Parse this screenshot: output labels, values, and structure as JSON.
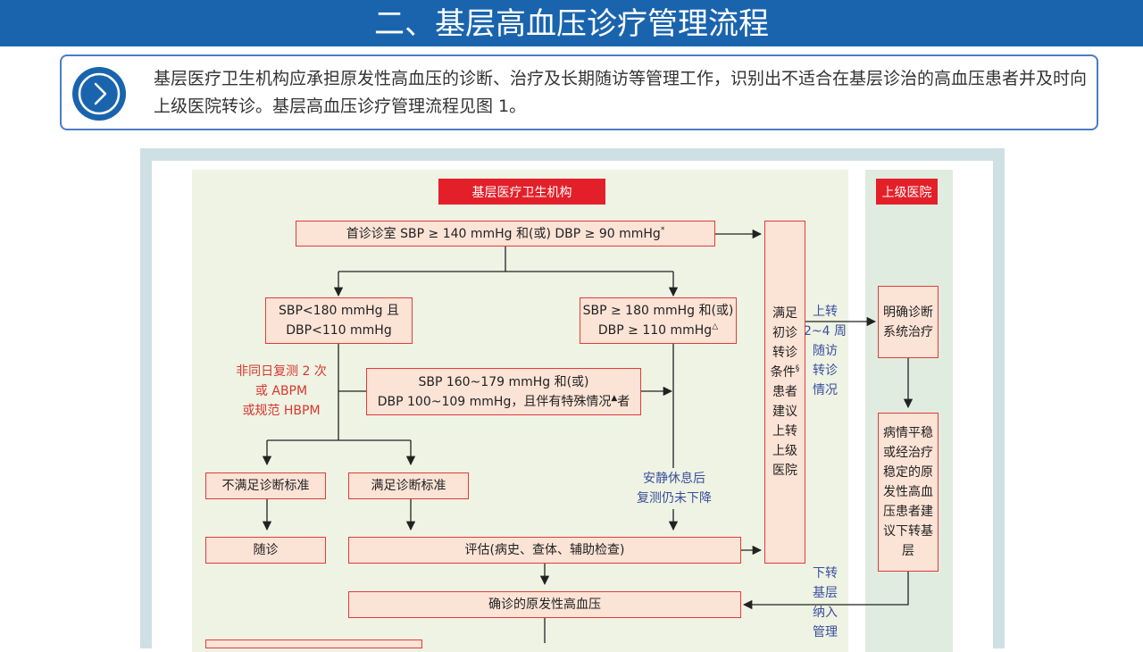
{
  "header": {
    "title": "二、基层高血压诊疗管理流程"
  },
  "intro": {
    "text": "基层医疗卫生机构应承担原发性高血压的诊断、治疗及长期随访等管理工作，识别出不适合在基层诊治的高血压患者并及时向上级医院转诊。基层高血压诊疗管理流程见图 1。"
  },
  "diagram": {
    "panel_left_title": "基层医疗卫生机构",
    "panel_right_title": "上级医院",
    "first_visit": "首诊诊室 SBP ≥ 140 mmHg 和(或) DBP ≥ 90 mmHg",
    "first_visit_mark": "*",
    "below180_l1": "SBP<180 mmHg 且",
    "below180_l2": "DBP<110 mmHg",
    "above180_l1": "SBP ≥ 180 mmHg 和(或)",
    "above180_l2": "DBP ≥ 110 mmHg",
    "above180_mark": "△",
    "special_l1": "SBP 160~179 mmHg 和(或)",
    "special_l2": "DBP 100~109 mmHg，且伴有特殊情况",
    "special_mark": "▲",
    "special_tail": "者",
    "retest_l1": "非同日复测 2 次",
    "retest_l2": "或 ABPM",
    "retest_l3": "或规范 HBPM",
    "not_meet": "不满足诊断标准",
    "meet": "满足诊断标准",
    "followup": "随诊",
    "evaluate": "评估(病史、查体、辅助检查)",
    "confirmed": "确诊的原发性高血压",
    "rest_l1": "安静休息后",
    "rest_l2": "复测仍未下降",
    "transfer_box": [
      "满足",
      "初诊",
      "转诊",
      "条件",
      "患者",
      "建议",
      "上转",
      "上级",
      "医院"
    ],
    "transfer_box_mark": "§",
    "up_note": [
      "上转",
      "2~4 周",
      "随访",
      "转诊",
      "情况"
    ],
    "down_note": [
      "下转",
      "基层",
      "纳入",
      "管理"
    ],
    "hospital_diag_l1": "明确诊断",
    "hospital_diag_l2": "系统治疗",
    "stable": [
      "病情平稳",
      "或经治疗",
      "稳定的原",
      "发性高血",
      "压患者建",
      "议下转基",
      "层"
    ]
  },
  "colors": {
    "header_bg": "#1a64ae",
    "box_fill": "#fbe3d6",
    "box_border": "#e23b3b",
    "label_red": "#e3202a",
    "note_red": "#d9362f",
    "note_blue": "#3a4f9e",
    "panel_left": "#eef3e3",
    "panel_right": "#e1ece0"
  },
  "icons": {
    "intro": "chevron-right-circle-icon"
  }
}
